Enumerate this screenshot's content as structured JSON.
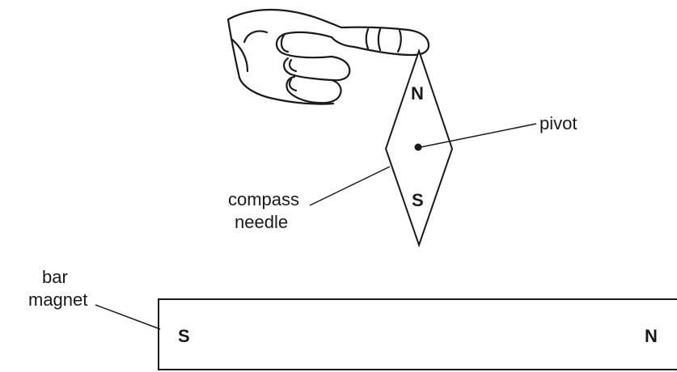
{
  "labels": {
    "pivot": "pivot",
    "compass_line1": "compass",
    "compass_line2": "needle",
    "bar_line1": "bar",
    "bar_line2": "magnet"
  },
  "needle": {
    "north_pole": "N",
    "south_pole": "S"
  },
  "magnet": {
    "south_pole": "S",
    "north_pole": "N"
  },
  "colors": {
    "ink": "#1a1a1a",
    "background": "#ffffff"
  }
}
